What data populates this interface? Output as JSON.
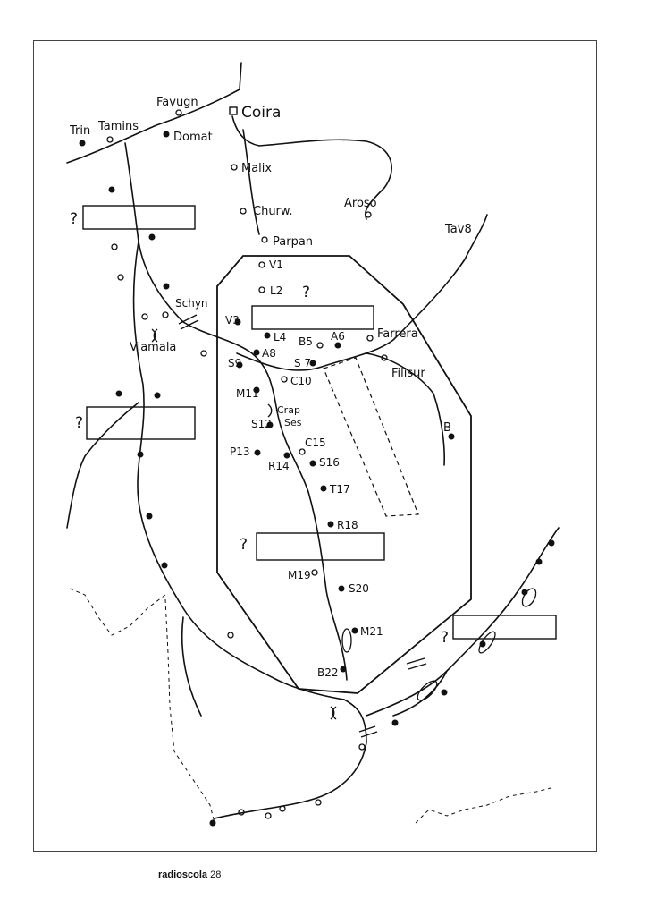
{
  "footer": {
    "magazine": "radioscola",
    "page": "28"
  },
  "places": {
    "coira": "Coira",
    "favugn": "Favugn",
    "tamins": "Tamins",
    "trin": "Trin",
    "domat": "Domat",
    "malix": "Malix",
    "churw": "Churw.",
    "aroso": "Aroso",
    "tav": "Tav8",
    "parpan": "Parpan",
    "schyn": "Schyn",
    "viamala": "Viamala",
    "farrera": "Farrera",
    "filisur": "Filisur",
    "crap": "Crap",
    "ses": "Ses",
    "b_right": "B"
  },
  "markers": {
    "v1": "V1",
    "l2": "L2",
    "v3": "V3",
    "l4": "L4",
    "b5": "B5",
    "a6": "A6",
    "s7": "S 7",
    "a8": "A8",
    "s9": "S9",
    "c10": "C10",
    "m11": "M11",
    "s12": "S12",
    "p13": "P13",
    "r14": "R14",
    "c15": "C15",
    "s16": "S16",
    "t17": "T17",
    "r18": "R18",
    "m19": "M19",
    "s20": "S20",
    "m21": "M21",
    "b22": "B22"
  },
  "question_mark": "?"
}
